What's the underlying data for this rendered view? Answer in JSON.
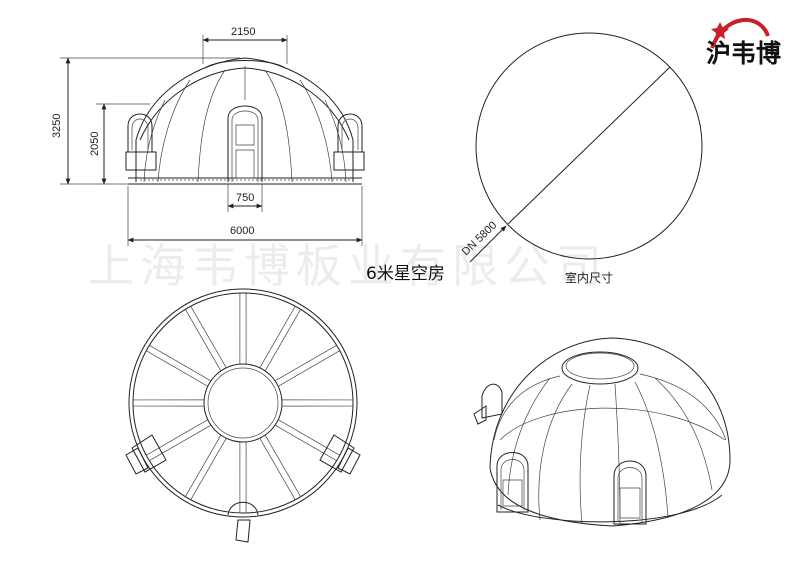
{
  "logo": {
    "text": "沪韦博",
    "icon": "star-swoosh-logo",
    "colors": {
      "swoosh": "#c8202a",
      "text": "#111111"
    }
  },
  "watermark": "上海韦博板业有限公司",
  "elevation": {
    "dim_top_width": "2150",
    "dim_total_height": "3250",
    "dim_wall_height": "2050",
    "dim_door_width": "750",
    "dim_total_width": "6000"
  },
  "title": "6米星空房",
  "plan": {
    "diameter_label": "DN 5800",
    "caption": "室内尺寸"
  }
}
